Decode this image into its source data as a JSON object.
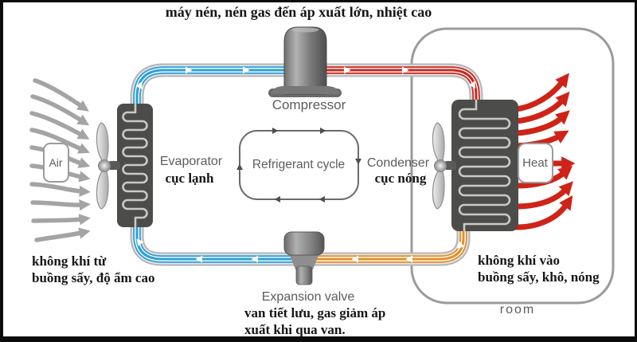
{
  "diagram": {
    "top_caption": "máy nén, nén gas đến áp xuất lớn, nhiệt cao",
    "compressor": {
      "label": "Compressor"
    },
    "evaporator": {
      "label": "Evaporator",
      "label_vi": "cục lạnh"
    },
    "condenser": {
      "label": "Condenser",
      "label_vi": "cục nóng"
    },
    "refrigerant_cycle": {
      "label": "Refrigerant cycle"
    },
    "expansion_valve": {
      "label": "Expansion valve",
      "caption_vi_line1": "van tiết lưu, gas giảm áp",
      "caption_vi_line2": "xuất khi qua van."
    },
    "air_inlet": {
      "label": "Air",
      "caption_line1": "không khí từ",
      "caption_line2": "buồng sấy, độ ẩm cao"
    },
    "heat_outlet": {
      "label": "Heat",
      "caption_line1": "không khí vào",
      "caption_line2": "buồng sấy, khô, nóng"
    },
    "room": {
      "label": "room"
    }
  },
  "colors": {
    "cold_pipe": "#2d9fd6",
    "hot_pipe": "#c8281e",
    "warm_pipe": "#e0902b",
    "pipe_casing_outer": "#b4b4b4",
    "pipe_casing_inner": "#e4e4e4",
    "air_arrow": "#a4a4a4",
    "heat_arrow": "#cf2318",
    "coil_body": "#4c4c4a",
    "coil_tube": "#c9c9c7",
    "room_border": "#9b9b9b",
    "text_gray": "#5c5c5c"
  }
}
